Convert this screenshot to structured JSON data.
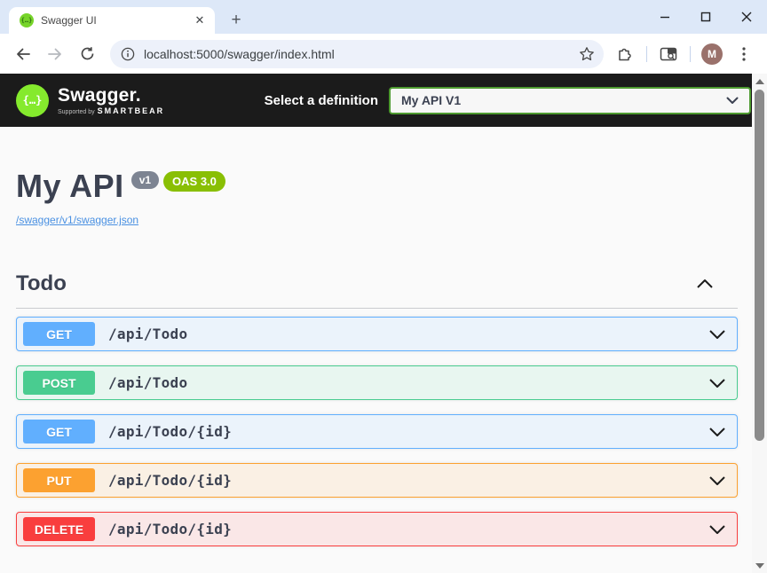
{
  "browser": {
    "tab_title": "Swagger UI",
    "url": "localhost:5000/swagger/index.html",
    "avatar_initial": "M",
    "favicon_glyph": "{…}",
    "new_tab_glyph": "+",
    "close_tab_glyph": "✕"
  },
  "topbar": {
    "logo_glyph": "{…}",
    "brand": "Swagger.",
    "supported_by": "Supported by",
    "smartbear": "SMARTBEAR",
    "select_label": "Select a definition",
    "selected_definition": "My API V1"
  },
  "info": {
    "title": "My API",
    "version_badge": "v1",
    "oas_badge": "OAS 3.0",
    "spec_link": "/swagger/v1/swagger.json"
  },
  "section": {
    "name": "Todo"
  },
  "endpoints": [
    {
      "method": "GET",
      "path": "/api/Todo",
      "color": "#61affe",
      "bg": "#ebf3fb"
    },
    {
      "method": "POST",
      "path": "/api/Todo",
      "color": "#49cc90",
      "bg": "#e8f6f0"
    },
    {
      "method": "GET",
      "path": "/api/Todo/{id}",
      "color": "#61affe",
      "bg": "#ebf3fb"
    },
    {
      "method": "PUT",
      "path": "/api/Todo/{id}",
      "color": "#fca130",
      "bg": "#faf0e4"
    },
    {
      "method": "DELETE",
      "path": "/api/Todo/{id}",
      "color": "#f93e3e",
      "bg": "#fae7e7"
    }
  ],
  "colors": {
    "tabstrip_bg": "#dde8f8",
    "swagger_topbar_bg": "#1b1b1b",
    "logo_green": "#85ea2d",
    "select_border_green": "#4e9b30",
    "oas_badge_green": "#89bf04",
    "version_badge_gray": "#7d8492",
    "title_text": "#3b4151",
    "link_blue": "#4990e2"
  }
}
